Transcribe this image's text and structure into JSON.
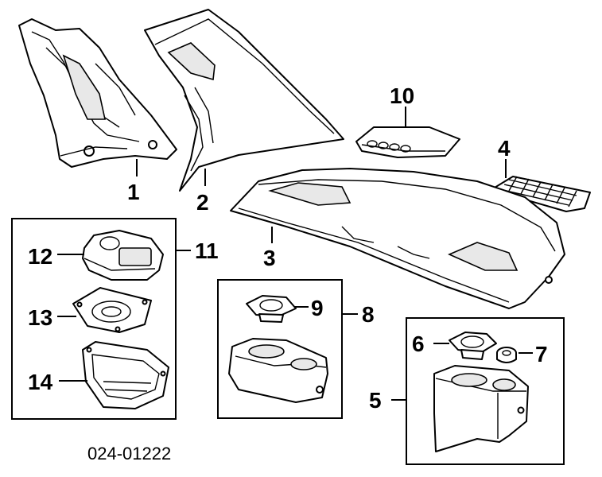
{
  "diagram": {
    "callouts": {
      "p1": "1",
      "p2": "2",
      "p3": "3",
      "p4": "4",
      "p5": "5",
      "p6": "6",
      "p7": "7",
      "p8": "8",
      "p9": "9",
      "p10": "10",
      "p11": "11",
      "p12": "12",
      "p13": "13",
      "p14": "14"
    },
    "reference_code": "024-01222"
  },
  "colors": {
    "line": "#000000",
    "background": "#ffffff",
    "shade": "#e8e8e8"
  }
}
